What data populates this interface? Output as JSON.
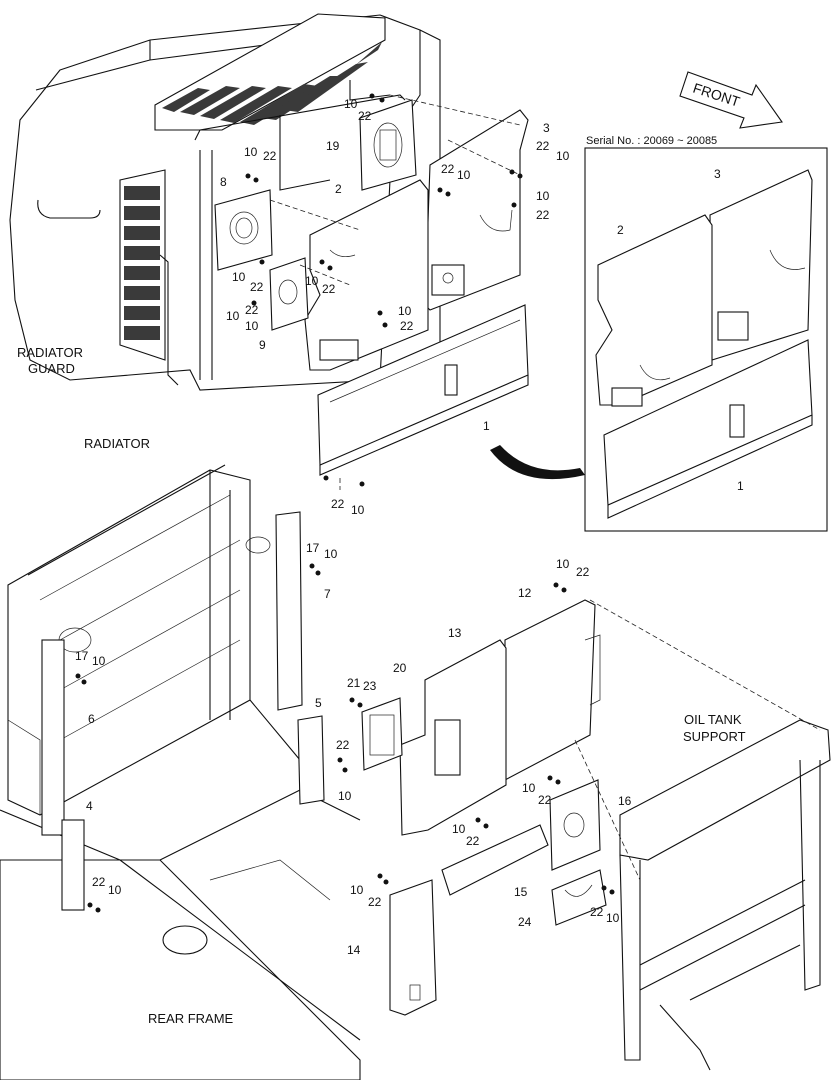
{
  "labels": {
    "radiator_guard_line1": "RADIATOR",
    "radiator_guard_line2": "GUARD",
    "radiator": "RADIATOR",
    "oil_tank_line1": "OIL TANK",
    "oil_tank_line2": "SUPPORT",
    "rear_frame": "REAR FRAME",
    "front": "FRONT",
    "serial": "Serial No. : 20069 ~ 20085"
  },
  "callouts": [
    {
      "id": "c1",
      "text": "10"
    },
    {
      "id": "c2",
      "text": "22"
    },
    {
      "id": "c3",
      "text": "3"
    },
    {
      "id": "c4",
      "text": "19"
    },
    {
      "id": "c5",
      "text": "22"
    },
    {
      "id": "c6",
      "text": "10"
    },
    {
      "id": "c7",
      "text": "10"
    },
    {
      "id": "c8",
      "text": "22"
    },
    {
      "id": "c9",
      "text": "8"
    },
    {
      "id": "c10",
      "text": "2"
    },
    {
      "id": "c11",
      "text": "22"
    },
    {
      "id": "c12",
      "text": "10"
    },
    {
      "id": "c13",
      "text": "10"
    },
    {
      "id": "c14",
      "text": "22"
    },
    {
      "id": "c15",
      "text": "10"
    },
    {
      "id": "c16",
      "text": "22"
    },
    {
      "id": "c17",
      "text": "10"
    },
    {
      "id": "c18",
      "text": "22"
    },
    {
      "id": "c19",
      "text": "10"
    },
    {
      "id": "c20",
      "text": "10"
    },
    {
      "id": "c21",
      "text": "22"
    },
    {
      "id": "c22",
      "text": "9"
    },
    {
      "id": "c23",
      "text": "10"
    },
    {
      "id": "c24",
      "text": "22"
    },
    {
      "id": "c25",
      "text": "1"
    },
    {
      "id": "c26",
      "text": "22"
    },
    {
      "id": "c27",
      "text": "10"
    },
    {
      "id": "c28",
      "text": "3"
    },
    {
      "id": "c29",
      "text": "2"
    },
    {
      "id": "c30",
      "text": "1"
    },
    {
      "id": "c31",
      "text": "17"
    },
    {
      "id": "c32",
      "text": "10"
    },
    {
      "id": "c33",
      "text": "7"
    },
    {
      "id": "c34",
      "text": "17"
    },
    {
      "id": "c35",
      "text": "10"
    },
    {
      "id": "c36",
      "text": "6"
    },
    {
      "id": "c37",
      "text": "5"
    },
    {
      "id": "c38",
      "text": "22"
    },
    {
      "id": "c39",
      "text": "10"
    },
    {
      "id": "c40",
      "text": "4"
    },
    {
      "id": "c41",
      "text": "22"
    },
    {
      "id": "c42",
      "text": "10"
    },
    {
      "id": "c43",
      "text": "20"
    },
    {
      "id": "c44",
      "text": "21"
    },
    {
      "id": "c45",
      "text": "23"
    },
    {
      "id": "c46",
      "text": "13"
    },
    {
      "id": "c47",
      "text": "12"
    },
    {
      "id": "c48",
      "text": "10"
    },
    {
      "id": "c49",
      "text": "22"
    },
    {
      "id": "c50",
      "text": "10"
    },
    {
      "id": "c51",
      "text": "22"
    },
    {
      "id": "c52",
      "text": "16"
    },
    {
      "id": "c53",
      "text": "10"
    },
    {
      "id": "c54",
      "text": "22"
    },
    {
      "id": "c55",
      "text": "15"
    },
    {
      "id": "c56",
      "text": "10"
    },
    {
      "id": "c57",
      "text": "22"
    },
    {
      "id": "c58",
      "text": "24"
    },
    {
      "id": "c59",
      "text": "22"
    },
    {
      "id": "c60",
      "text": "10"
    },
    {
      "id": "c61",
      "text": "14"
    }
  ]
}
